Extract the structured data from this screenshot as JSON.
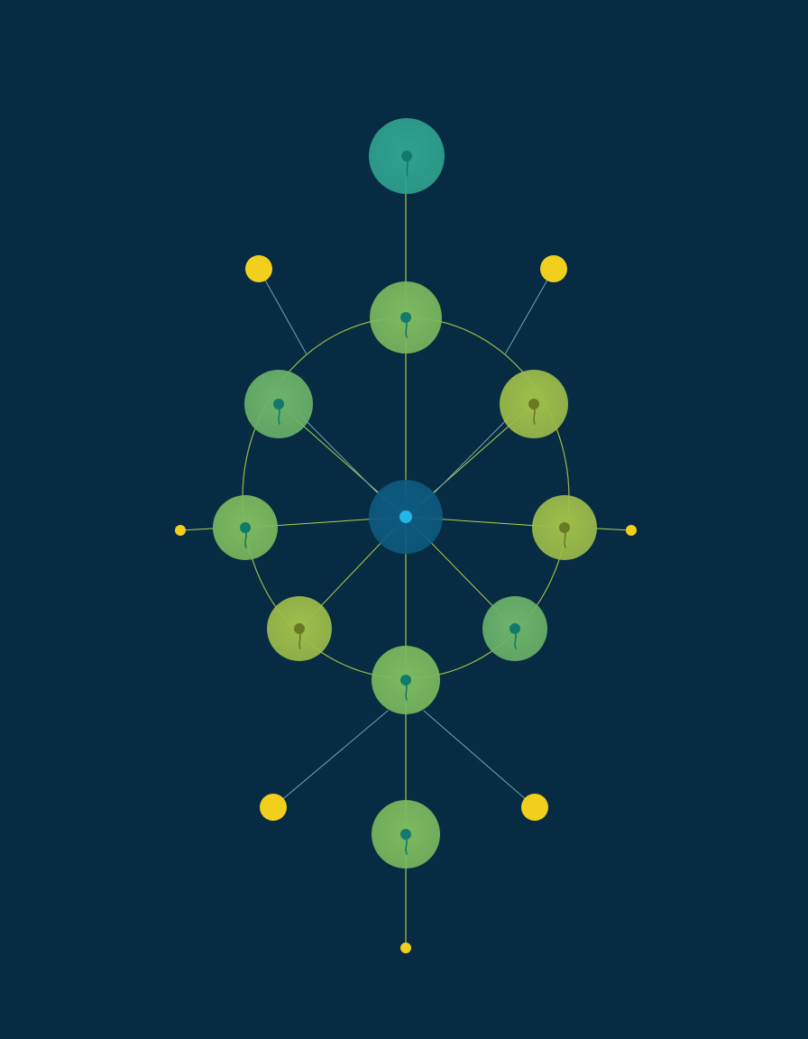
{
  "palette": {
    "background": "#062b42",
    "hub_fill": "#0d5a80",
    "hub_dot": "#22b7e6",
    "teal_node": "#2fa38f",
    "green_node": "#7cba5e",
    "lime_node": "#9fbe4a",
    "mid_green_node": "#6cb36a",
    "node_mark": "#127a6a",
    "node_mark_olive": "#6a7a24",
    "ring_line": "#b8cf4a",
    "spoke_line": "#6fa6b0",
    "accent_dot": "#f2cf1d"
  },
  "diagram": {
    "hub": {
      "icon": "core-dot-icon"
    },
    "nodes": [
      {
        "id": "top-teal",
        "tone": "teal",
        "icon": "keyhole-icon"
      },
      {
        "id": "ring-top",
        "tone": "green",
        "icon": "keyhole-icon"
      },
      {
        "id": "ring-upper-left",
        "tone": "mid_green",
        "icon": "keyhole-icon"
      },
      {
        "id": "ring-upper-right",
        "tone": "lime",
        "icon": "keyhole-icon"
      },
      {
        "id": "ring-left",
        "tone": "green",
        "icon": "keyhole-icon"
      },
      {
        "id": "ring-right",
        "tone": "lime",
        "icon": "keyhole-icon"
      },
      {
        "id": "ring-lower-left",
        "tone": "lime",
        "icon": "keyhole-icon"
      },
      {
        "id": "ring-lower-right",
        "tone": "mid_green",
        "icon": "keyhole-icon"
      },
      {
        "id": "ring-bottom",
        "tone": "green",
        "icon": "keyhole-icon"
      },
      {
        "id": "bottom-green",
        "tone": "green",
        "icon": "keyhole-icon"
      }
    ],
    "accent_dots": [
      "upper-left",
      "upper-right",
      "left",
      "right",
      "lower-left",
      "lower-right",
      "bottom"
    ]
  }
}
